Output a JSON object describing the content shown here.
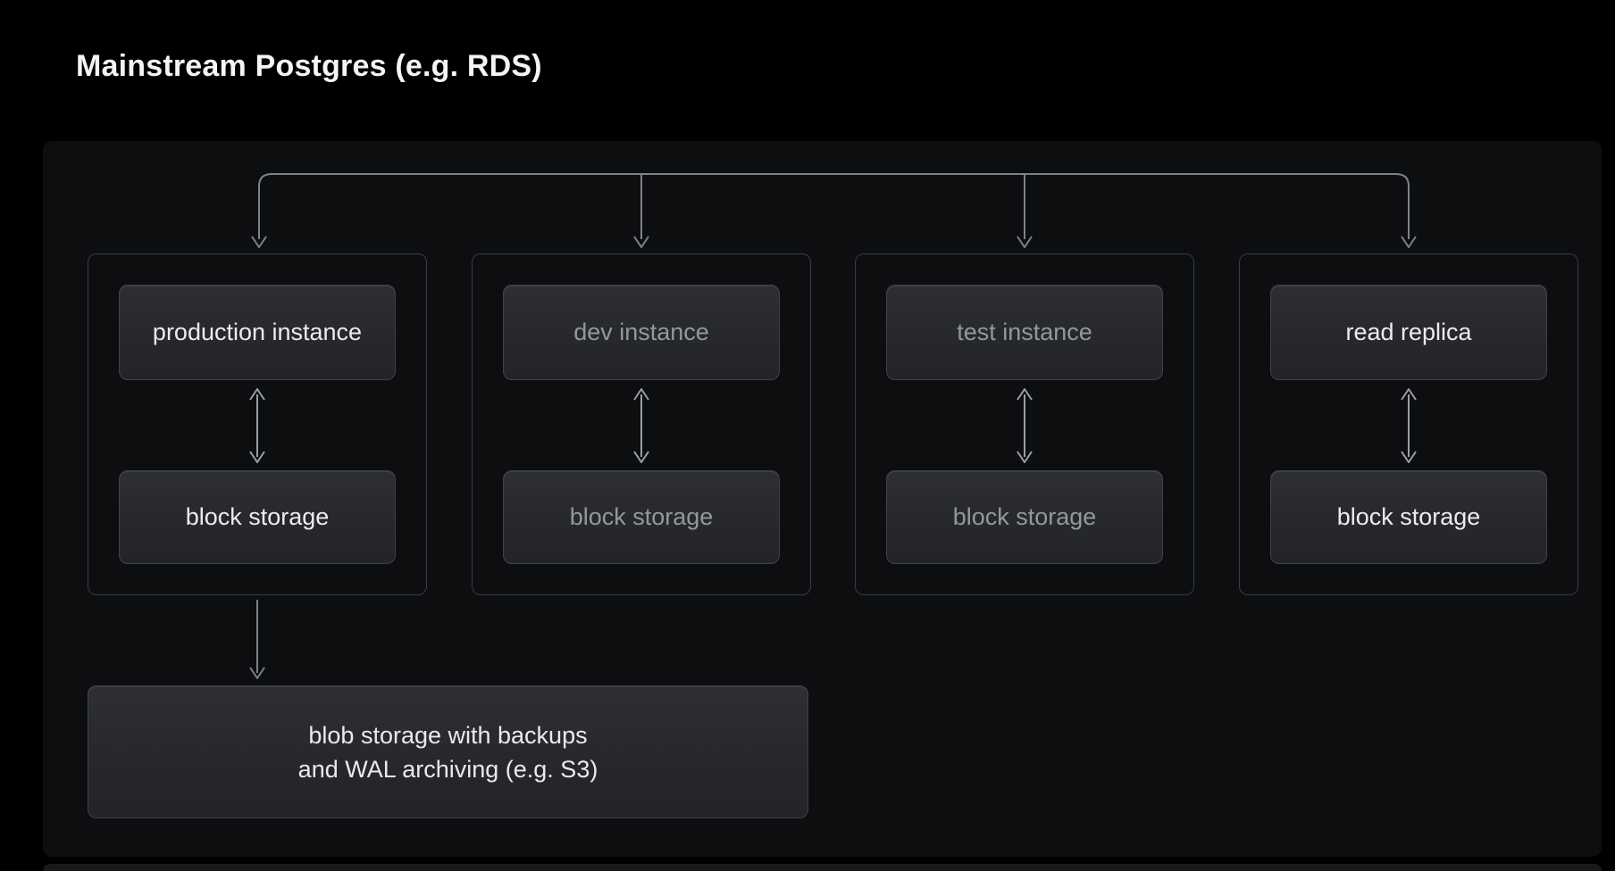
{
  "title": "Mainstream Postgres (e.g. RDS)",
  "diagram": {
    "groups": [
      {
        "id": "production",
        "instance_label": "production instance",
        "storage_label": "block storage",
        "emphasis": "bright"
      },
      {
        "id": "dev",
        "instance_label": "dev instance",
        "storage_label": "block storage",
        "emphasis": "muted"
      },
      {
        "id": "test",
        "instance_label": "test instance",
        "storage_label": "block storage",
        "emphasis": "muted"
      },
      {
        "id": "read-replica",
        "instance_label": "read replica",
        "storage_label": "block storage",
        "emphasis": "bright"
      }
    ],
    "blob_storage": {
      "line1": "blob storage with backups",
      "line2": "and WAL archiving (e.g. S3)"
    },
    "colors": {
      "page_background": "#000000",
      "panel_background": "#0d0e10",
      "node_fill_top": "#2d2f33",
      "node_fill_bottom": "#232428",
      "node_border": "#3f4248",
      "group_border": "#393c41",
      "connector_stroke": "#7e8288",
      "double_arrow_stroke": "#9a9da3",
      "text_bright": "#ebecee",
      "text_muted": "#94979c"
    }
  }
}
